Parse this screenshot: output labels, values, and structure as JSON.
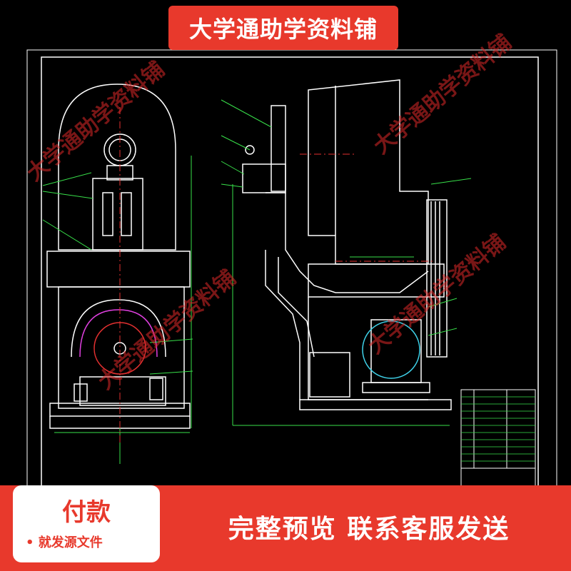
{
  "banner": {
    "title": "大学通助学资料铺"
  },
  "watermarks": [
    "大学通助学资料铺",
    "大学通助学资料铺",
    "大学通助学资料铺",
    "大学通助学资料铺"
  ],
  "pay": {
    "title": "付款",
    "subtitle": "• 就发源文件"
  },
  "promo": {
    "text": "完整预览  联系客服发送"
  },
  "colors": {
    "accent": "#e8392c",
    "drawing_bg": "#000000",
    "line_white": "#ffffff",
    "line_cyan": "#3fd1e8",
    "line_green": "#38e04a",
    "line_red": "#e23030",
    "line_magenta": "#e040e0"
  }
}
